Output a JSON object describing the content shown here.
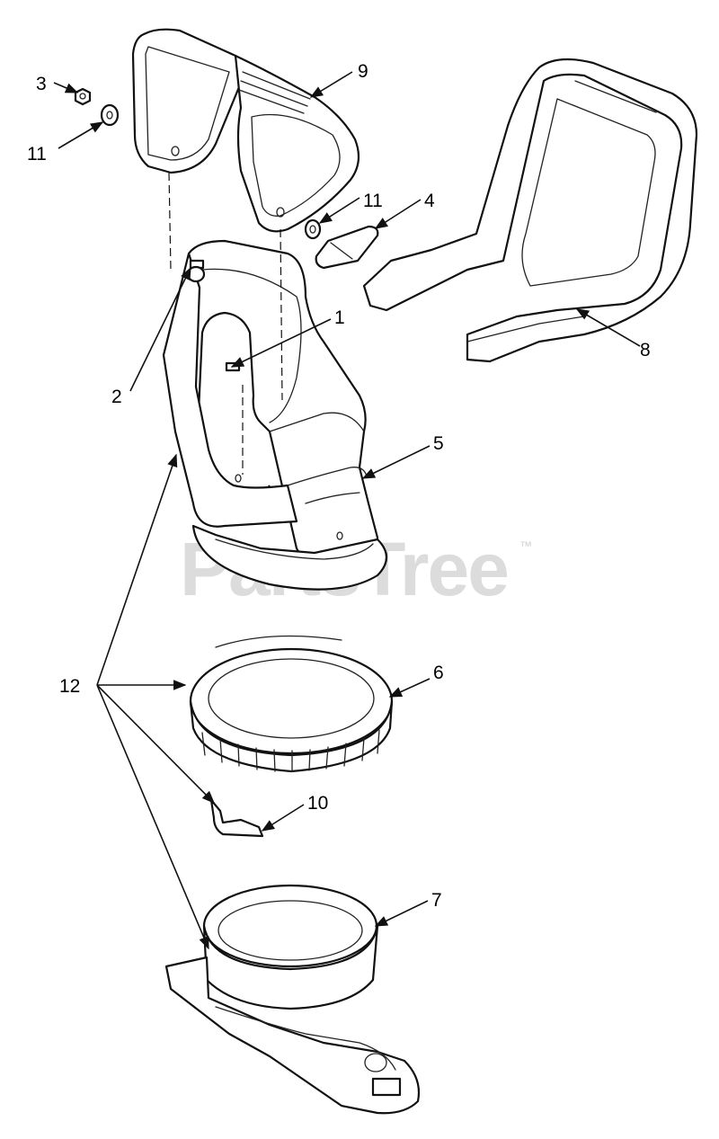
{
  "watermark": {
    "text": "PartsTree",
    "trademark": "™"
  },
  "callouts": {
    "c1": "1",
    "c2": "2",
    "c3": "3",
    "c4": "4",
    "c5": "5",
    "c6": "6",
    "c7": "7",
    "c8": "8",
    "c9": "9",
    "c10": "10",
    "c11a": "11",
    "c11b": "11",
    "c12": "12"
  }
}
